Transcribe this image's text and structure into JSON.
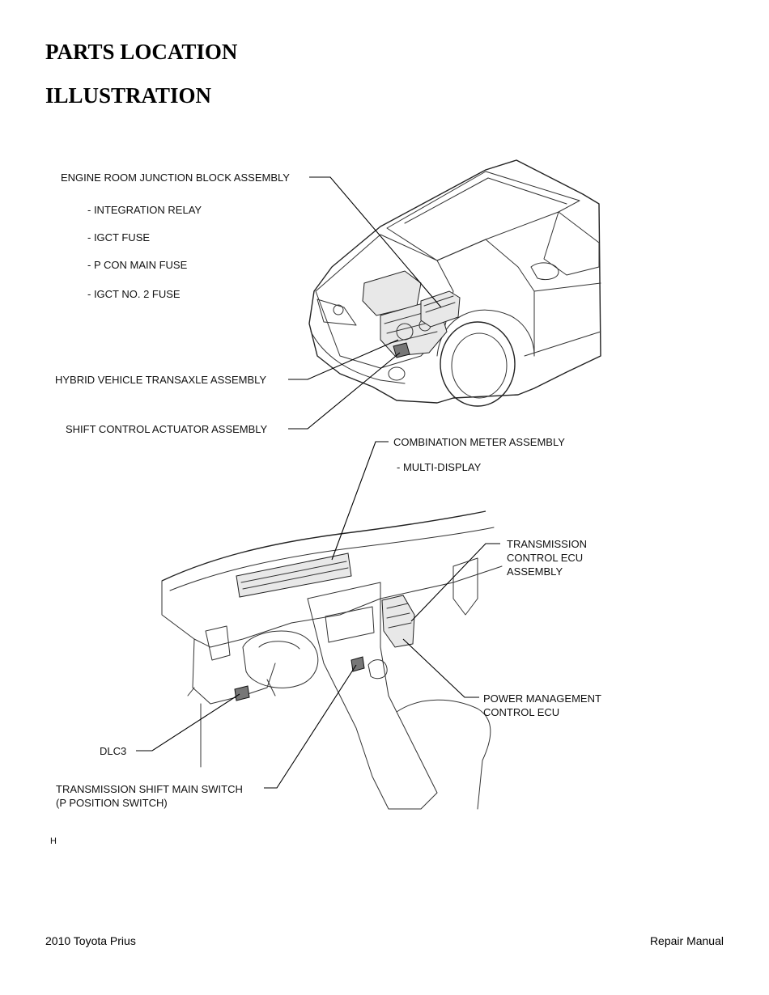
{
  "heading": {
    "title": "PARTS LOCATION",
    "subtitle": "ILLUSTRATION"
  },
  "illustration": {
    "labels": {
      "engine_room_junction_block": "ENGINE ROOM JUNCTION BLOCK ASSEMBLY",
      "integration_relay": "- INTEGRATION RELAY",
      "igct_fuse": "- IGCT FUSE",
      "p_con_main_fuse": "- P CON MAIN FUSE",
      "igct_no2_fuse": "- IGCT NO. 2 FUSE",
      "hybrid_transaxle": "HYBRID VEHICLE TRANSAXLE ASSEMBLY",
      "shift_control_actuator": "SHIFT CONTROL ACTUATOR ASSEMBLY",
      "combination_meter": "COMBINATION METER ASSEMBLY",
      "multi_display": "- MULTI-DISPLAY",
      "transmission_ecu_line1": "TRANSMISSION",
      "transmission_ecu_line2": "CONTROL ECU",
      "transmission_ecu_line3": "ASSEMBLY",
      "power_management_line1": "POWER MANAGEMENT",
      "power_management_line2": "CONTROL ECU",
      "dlc3": "DLC3",
      "shift_main_switch_line1": "TRANSMISSION SHIFT MAIN SWITCH",
      "shift_main_switch_line2": "(P POSITION SWITCH)",
      "figure_code": "H"
    }
  },
  "footer": {
    "left": "2010 Toyota Prius",
    "right": "Repair Manual"
  }
}
